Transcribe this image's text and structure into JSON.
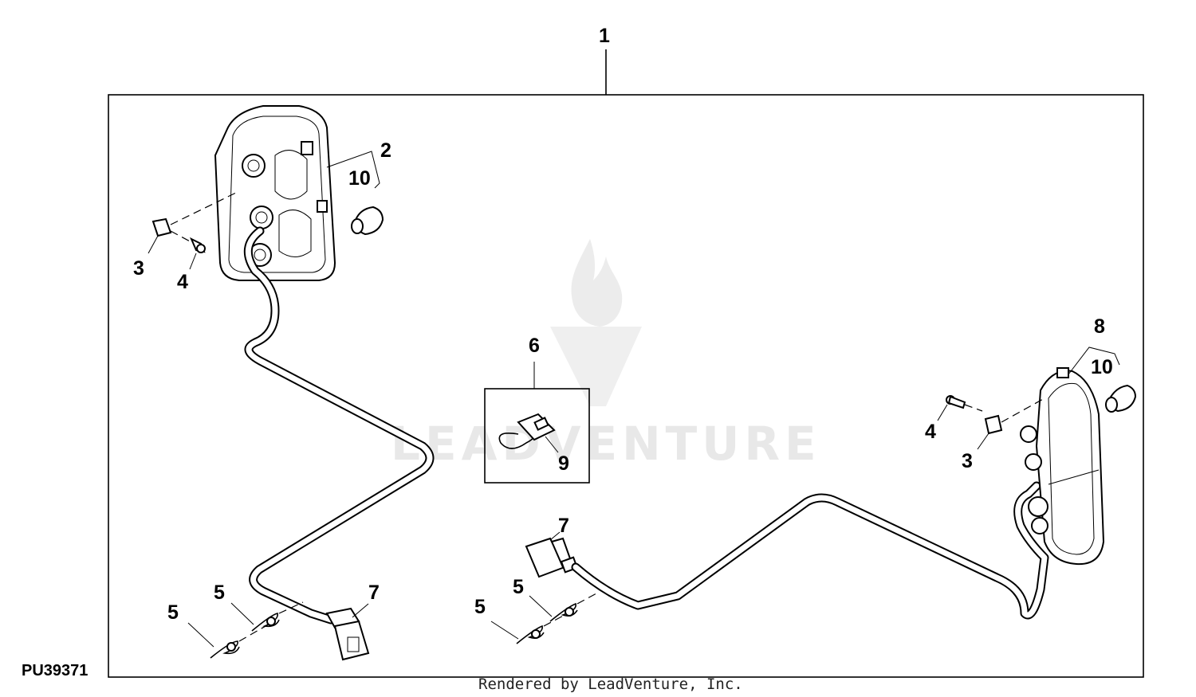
{
  "figure_id": "PU39371",
  "footer_text": "Rendered by LeadVenture, Inc.",
  "watermark": "LEADVENTURE",
  "callouts": {
    "assembly": "1",
    "left_tail_light": "2",
    "left_clip_nut": "3",
    "left_screw": "4",
    "left_clip_a": "5",
    "left_clip_b": "5",
    "jumper_kit": "6",
    "left_connector": "7",
    "right_connector": "7",
    "right_tail_light": "8",
    "jumper_wire": "9",
    "left_grommet": "10",
    "right_grommet": "10",
    "right_clip_nut": "3",
    "right_screw": "4",
    "right_clip_a": "5",
    "right_clip_b": "5"
  }
}
